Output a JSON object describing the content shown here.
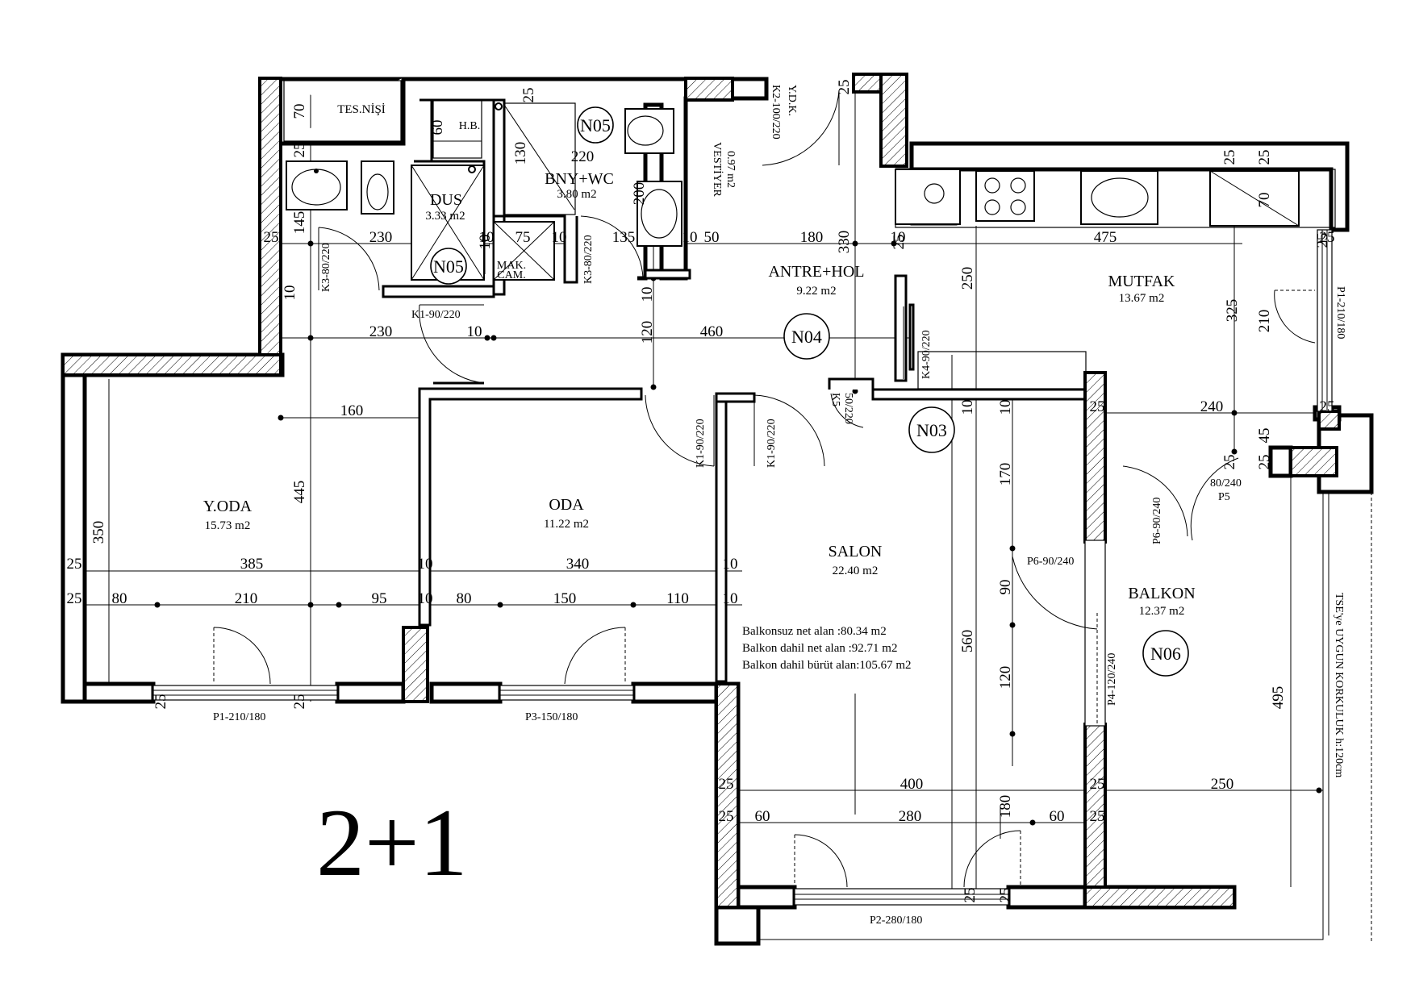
{
  "plan_title": "2+1",
  "rooms": {
    "yoda": {
      "name": "Y.ODA",
      "area": "15.73 m2"
    },
    "oda": {
      "name": "ODA",
      "area": "11.22 m2"
    },
    "salon": {
      "name": "SALON",
      "area": "22.40 m2"
    },
    "antre": {
      "name": "ANTRE+HOL",
      "area": "9.22 m2"
    },
    "mutfak": {
      "name": "MUTFAK",
      "area": "13.67 m2"
    },
    "balkon": {
      "name": "BALKON",
      "area": "12.37 m2"
    },
    "bny": {
      "name": "BNY+WC",
      "area": "3.80 m2"
    },
    "dus": {
      "name": "DUS",
      "area": "3.33 m2"
    },
    "vestiyer": {
      "name": "VESTİYER",
      "area": "0.97 m2"
    },
    "tes": {
      "name": "TES.NİŞİ"
    },
    "hb": {
      "name": "H.B."
    },
    "mak": {
      "line1": "MAK.",
      "line2": "CAM."
    }
  },
  "tags": [
    "N05",
    "N05",
    "N04",
    "N03",
    "N06"
  ],
  "area_summary": [
    "Balkonsuz net alan      :80.34 m2",
    "Balkon dahil net alan   :92.71 m2",
    "Balkon dahil bürüt alan:105.67 m2"
  ],
  "doors": {
    "ydk": "Y.D.K.",
    "k2": "K2-100/220",
    "k3a": "K3-80/220",
    "k3b": "K3-80/220",
    "k1a": "K1-90/220",
    "k1b": "K1-90/220",
    "k1c": "K1-90/220",
    "k4": "K4-90/220",
    "k5a": "50/220",
    "k5b": "K5",
    "p1a": "P1-210/180",
    "p1b": "P1-210/180",
    "p2": "P2-280/180",
    "p3": "P3-150/180",
    "p4": "P4-120/240",
    "p5a": "80/240",
    "p5b": "P5",
    "p6a": "P6-90/240",
    "p6b": "P6-90/240",
    "railing": "TSE'ye UYGUN KORKULUK h:120cm"
  },
  "dimensions": {
    "d_70": "70",
    "d_25a": "25",
    "d_25b": "25",
    "d_145": "145",
    "d_25c": "25",
    "d_230a": "230",
    "d_230b": "230",
    "d_10a": "10",
    "d_75": "75",
    "d_10b": "10",
    "d_135": "135",
    "d_10c": "10",
    "d_50": "50",
    "d_180a": "180",
    "d_10d": "10",
    "d_475": "475",
    "d_25d": "25",
    "d_60a": "60",
    "d_130": "130",
    "d_220": "220",
    "d_200": "200",
    "d_25e": "25",
    "d_25f": "25",
    "d_330": "330",
    "d_25g": "25",
    "d_25h": "25",
    "d_70b": "70",
    "d_10e": "10",
    "d_120a": "120",
    "d_460": "460",
    "d_10f": "10",
    "d_250a": "250",
    "d_325": "325",
    "d_210a": "210",
    "d_160": "160",
    "d_10g": "10",
    "d_10h": "10",
    "d_25i": "25",
    "d_240": "240",
    "d_25j": "25",
    "d_45": "45",
    "d_25k": "25",
    "d_25l": "25",
    "d_445": "445",
    "d_350": "350",
    "d_170": "170",
    "d_25m": "25",
    "d_385": "385",
    "d_10i": "10",
    "d_340": "340",
    "d_10j": "10",
    "d_25n": "25",
    "d_80a": "80",
    "d_210b": "210",
    "d_95": "95",
    "d_10k": "10",
    "d_80b": "80",
    "d_150": "150",
    "d_110": "110",
    "d_10l": "10",
    "d_90": "90",
    "d_560": "560",
    "d_120b": "120",
    "d_495": "495",
    "d_25o": "25",
    "d_25p": "25",
    "d_25q": "25",
    "d_400": "400",
    "d_25r": "25",
    "d_250b": "250",
    "d_25s": "25",
    "d_60b": "60",
    "d_280": "280",
    "d_180b": "180",
    "d_60c": "60",
    "d_25t": "25",
    "d_25u": "25",
    "d_25v": "25",
    "d_10m": "10",
    "d_10n": "10",
    "d_25w": "25"
  }
}
